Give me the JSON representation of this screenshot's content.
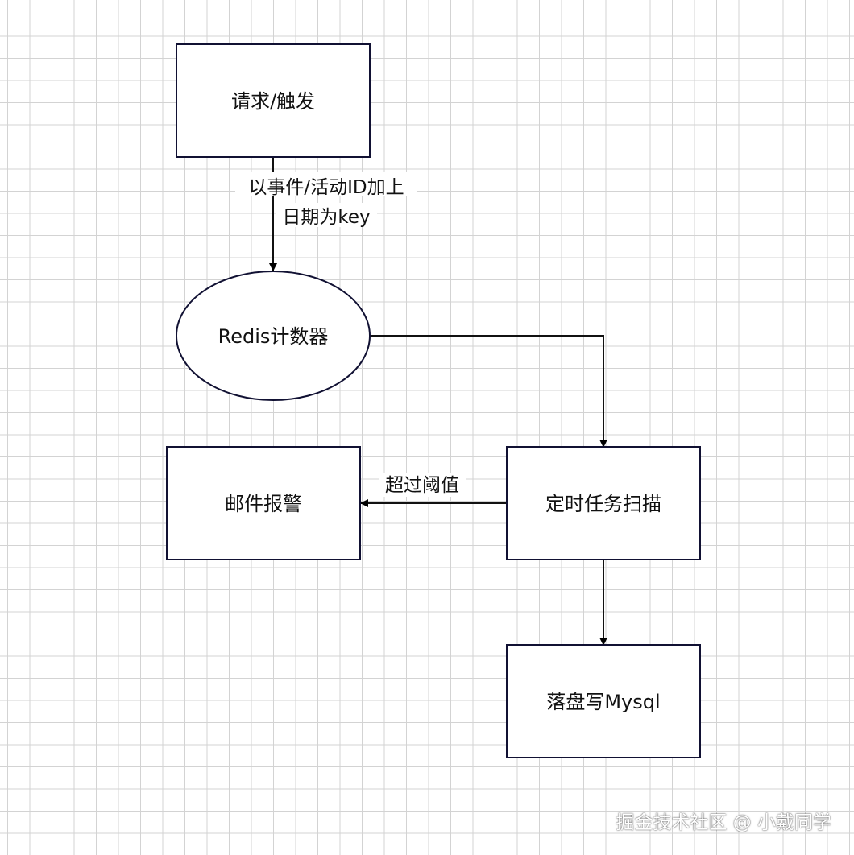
{
  "nodes": {
    "request": {
      "label": "请求/触发"
    },
    "redis_counter": {
      "label": "Redis计数器"
    },
    "email_alarm": {
      "label": "邮件报警"
    },
    "scheduled_scan": {
      "label": "定时任务扫描"
    },
    "write_mysql": {
      "label": "落盘写Mysql"
    }
  },
  "edges": {
    "request_to_redis": {
      "label_line1": "以事件/活动ID加上",
      "label_line2": "日期为key"
    },
    "scan_to_email": {
      "label": "超过阈值"
    }
  },
  "watermark": "掘金技术社区 @ 小戴同学"
}
